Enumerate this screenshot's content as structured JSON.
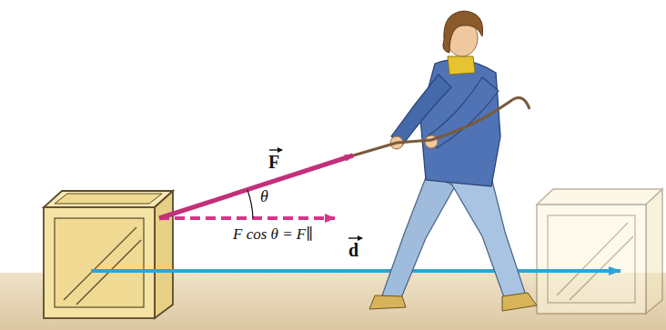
{
  "diagram": {
    "labels": [
      "F",
      "θ",
      "F cos θ = F∥",
      "d"
    ]
  }
}
